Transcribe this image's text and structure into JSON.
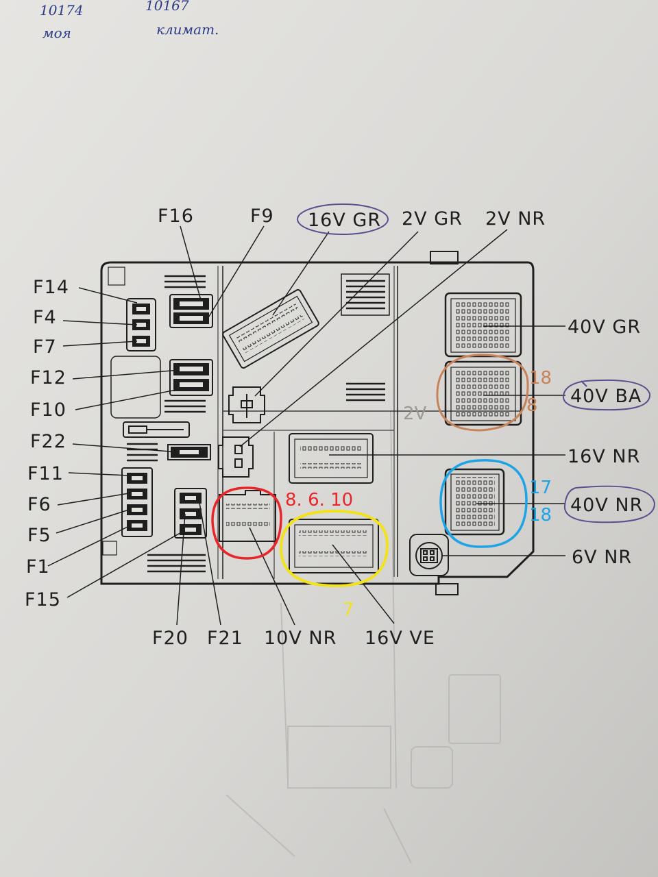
{
  "handwritten": {
    "top_left_number": "10174",
    "top_left_word": "моя",
    "top_mid_number": "10167",
    "top_mid_word": "климат."
  },
  "fuse_labels": {
    "F16": "F16",
    "F9": "F9",
    "F14": "F14",
    "F4": "F4",
    "F7": "F7",
    "F12": "F12",
    "F10": "F10",
    "F22": "F22",
    "F11": "F11",
    "F6": "F6",
    "F5": "F5",
    "F1": "F1",
    "F15": "F15",
    "F20": "F20",
    "F21": "F21"
  },
  "connector_labels": {
    "top_16v_gr": "16V GR",
    "top_2v_gr": "2V GR",
    "top_2v_nr": "2V NR",
    "right_40v_gr": "40V GR",
    "right_40v_ba": "40V BA",
    "right_16v_nr": "16V NR",
    "right_40v_nr": "40V NR",
    "right_6v_nr": "6V NR",
    "bottom_10v_nr": "10V NR",
    "bottom_16v_ve": "16V VE"
  },
  "annotations": {
    "orange_top": "18",
    "orange_bottom": "8",
    "blue_top": "17",
    "blue_bottom": "18",
    "red": "8. 6. 10",
    "yellow": "7"
  },
  "colors": {
    "red": "#e8262a",
    "yellow": "#f2e21d",
    "orange": "#c8825a",
    "blue": "#1ea3e6",
    "purple": "#5a4e8c",
    "ink": "#1e1e1e"
  }
}
